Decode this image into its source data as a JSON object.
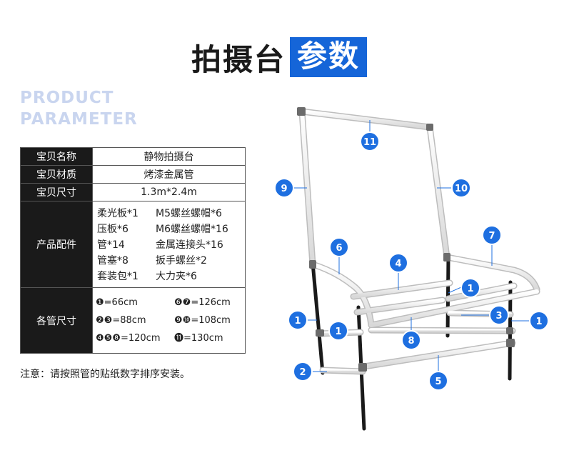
{
  "header": {
    "title_main": "拍摄台",
    "title_highlight": "参数",
    "en_line1": "PRODUCT",
    "en_line2": "PARAMETER"
  },
  "spec": {
    "name_label": "宝贝名称",
    "name_value": "静物拍摄台",
    "material_label": "宝贝材质",
    "material_value": "烤漆金属管",
    "size_label": "宝贝尺寸",
    "size_value": "1.3m*2.4m",
    "parts_label": "产品配件",
    "parts": [
      "柔光板*1",
      "M5螺丝螺帽*6",
      "压板*6",
      "M6螺丝螺帽*16",
      "管*14",
      "金属连接头*16",
      "管塞*8",
      "扳手螺丝*2",
      "套装包*1",
      "大力夹*6"
    ],
    "pipe_label": "各管尺寸",
    "pipes": [
      {
        "nums": "❶",
        "len": "=66cm"
      },
      {
        "nums": "❻❼",
        "len": "=126cm"
      },
      {
        "nums": "❷❸",
        "len": "=88cm"
      },
      {
        "nums": "❾❿",
        "len": "=108cm"
      },
      {
        "nums": "❹❺❽",
        "len": "=120cm"
      },
      {
        "nums": "⓫",
        "len": "=130cm"
      }
    ]
  },
  "note": "注意：请按照管的贴纸数字排序安装。",
  "diagram": {
    "badge_color": "#1e6fe0",
    "pipe_color": "#f3f3f3",
    "leg_color": "#1a1a1a",
    "badges": [
      {
        "id": "b1a",
        "label": "1"
      },
      {
        "id": "b1b",
        "label": "1"
      },
      {
        "id": "b1c",
        "label": "1"
      },
      {
        "id": "b1d",
        "label": "1"
      },
      {
        "id": "b2",
        "label": "2"
      },
      {
        "id": "b3",
        "label": "3"
      },
      {
        "id": "b4",
        "label": "4"
      },
      {
        "id": "b5",
        "label": "5"
      },
      {
        "id": "b6",
        "label": "6"
      },
      {
        "id": "b7",
        "label": "7"
      },
      {
        "id": "b8",
        "label": "8"
      },
      {
        "id": "b9",
        "label": "9"
      },
      {
        "id": "b10",
        "label": "10"
      },
      {
        "id": "b11",
        "label": "11"
      }
    ]
  }
}
